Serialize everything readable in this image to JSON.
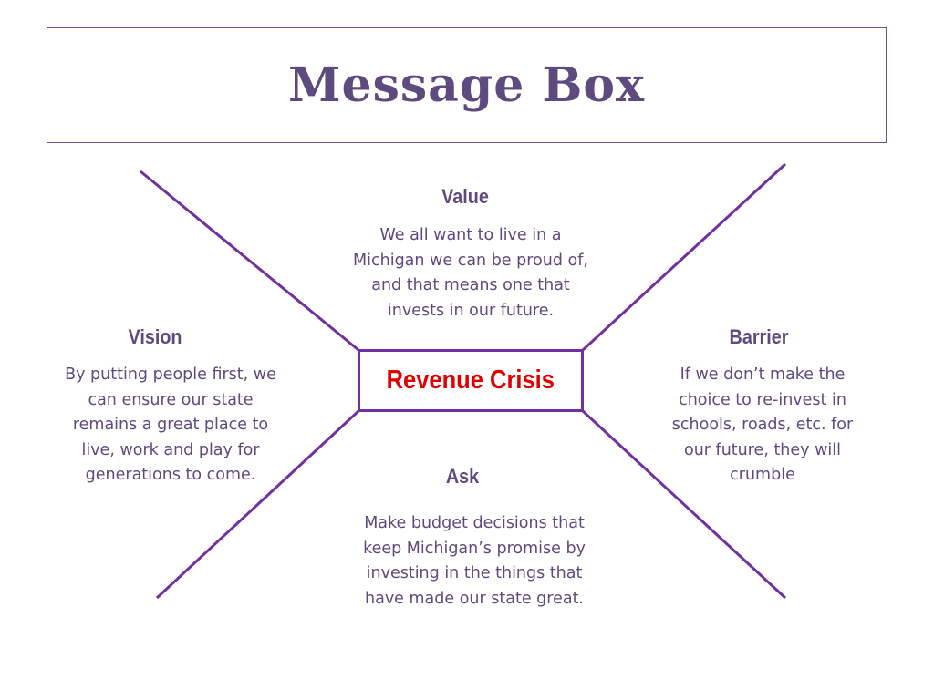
{
  "title": "Message Box",
  "center": "Revenue Crisis",
  "sections": {
    "value": {
      "heading": "Value",
      "text": "We all want to live in a Michigan we can be proud of, and that means one that invests in our future."
    },
    "vision": {
      "heading": "Vision",
      "text": "By putting people first, we can ensure our state remains a great place to live, work and play for generations to come."
    },
    "barrier": {
      "heading": "Barrier",
      "text": "If we don’t make the choice to re-invest in schools, roads, etc. for our future, they will crumble"
    },
    "ask": {
      "heading": "Ask",
      "text": "Make budget decisions that keep Michigan’s promise by investing in the things that have made our state great."
    }
  },
  "colors": {
    "title": "#5d4a7e",
    "lines": "#7030a0",
    "center_text": "#e00000"
  }
}
